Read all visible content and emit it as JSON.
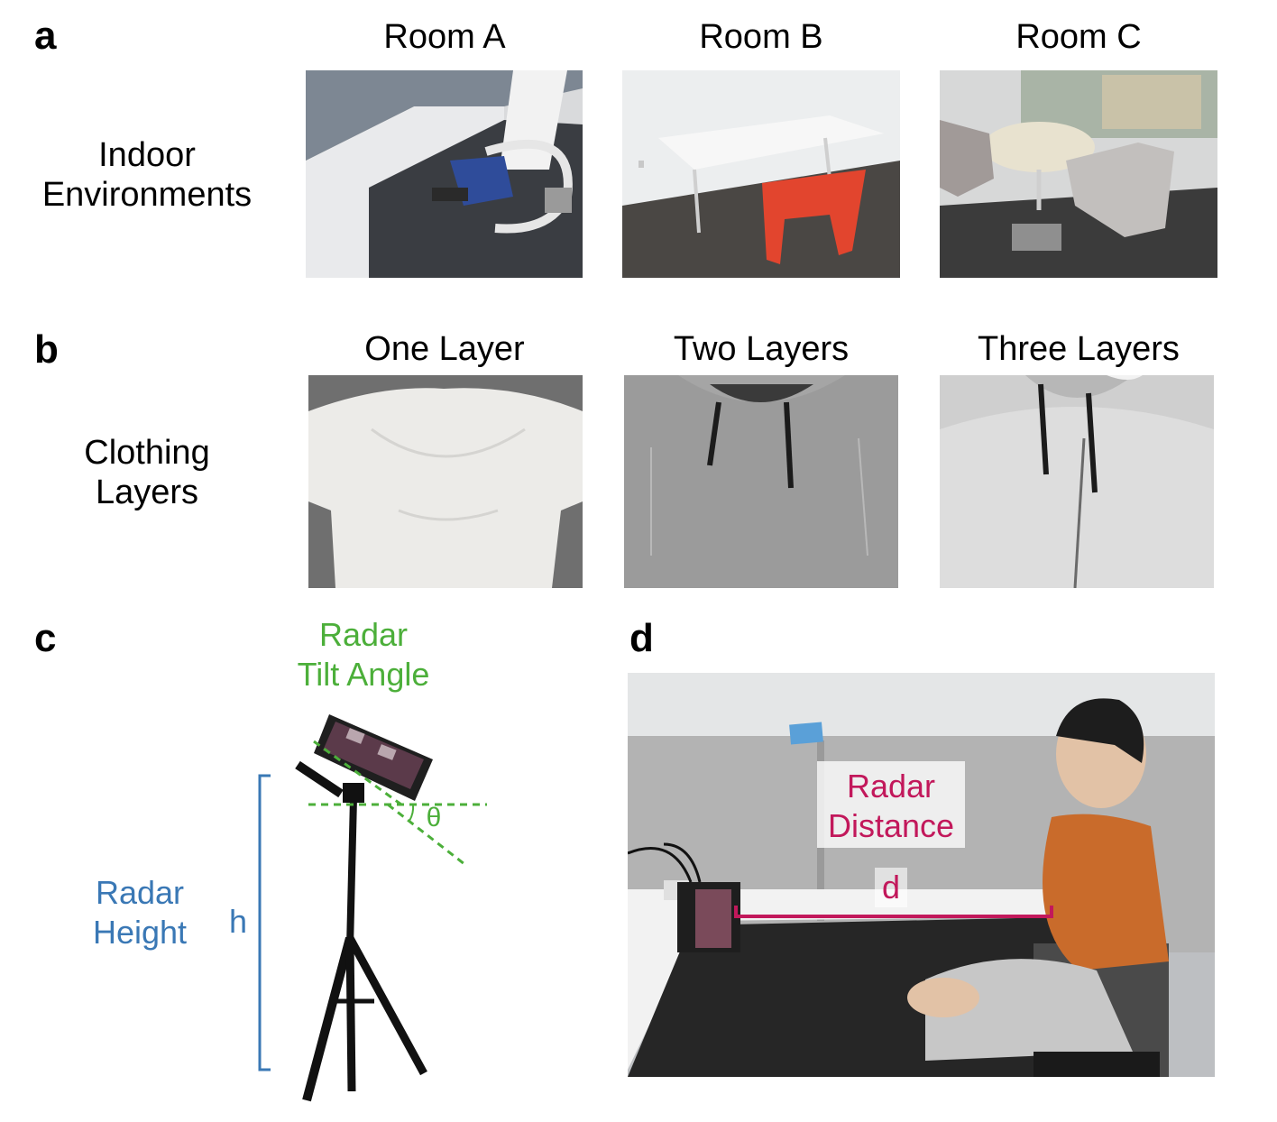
{
  "panel_a": {
    "letter": "a",
    "row_label_line1": "Indoor",
    "row_label_line2": "Environments",
    "columns": [
      "Room A",
      "Room B",
      "Room C"
    ]
  },
  "panel_b": {
    "letter": "b",
    "row_label_line1": "Clothing",
    "row_label_line2": "Layers",
    "columns": [
      "One Layer",
      "Two Layers",
      "Three Layers"
    ]
  },
  "panel_c": {
    "letter": "c",
    "tilt_line1": "Radar",
    "tilt_line2": "Tilt Angle",
    "theta": "θ",
    "height_line1": "Radar",
    "height_line2": "Height",
    "h": "h"
  },
  "panel_d": {
    "letter": "d",
    "distance_line1": "Radar",
    "distance_line2": "Distance",
    "d": "d"
  },
  "colors": {
    "green": "#4caf3a",
    "blue": "#3a78b5",
    "magenta": "#c2185b"
  }
}
